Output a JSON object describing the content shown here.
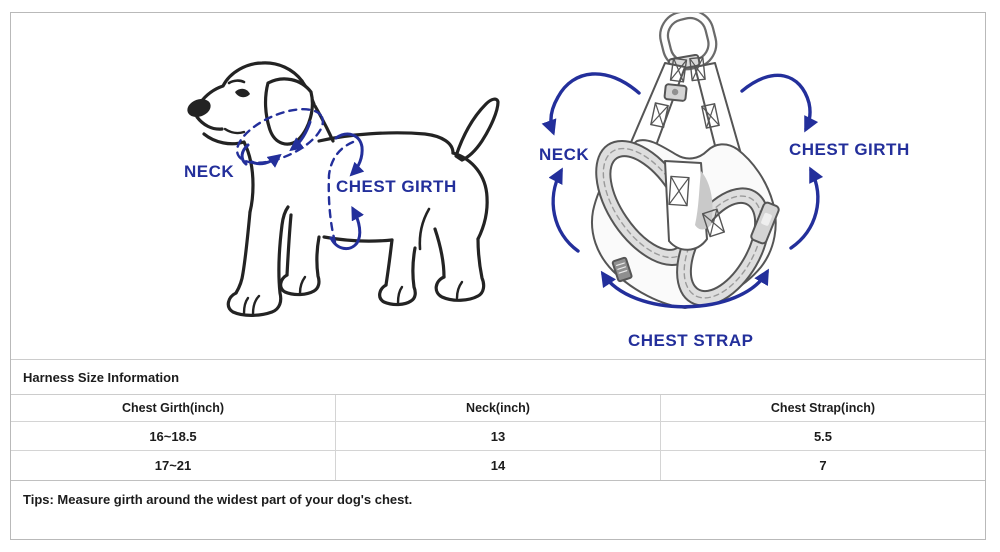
{
  "diagram": {
    "dog": {
      "neck_label": "NECK",
      "chest_girth_label": "CHEST GIRTH"
    },
    "harness": {
      "neck_label": "NECK",
      "chest_girth_label": "CHEST GIRTH",
      "chest_strap_label": "CHEST STRAP"
    }
  },
  "size_table": {
    "title": "Harness Size Information",
    "headers": [
      "Chest Girth(inch)",
      "Neck(inch)",
      "Chest Strap(inch)"
    ],
    "rows": [
      [
        "16~18.5",
        "13",
        "5.5"
      ],
      [
        "17~21",
        "14",
        "7"
      ]
    ],
    "tips": "Tips: Measure girth around the widest part of your dog's chest."
  },
  "colors": {
    "annotation_blue": "#232f9b",
    "drawing_black": "#232323",
    "harness_gray": "#555555",
    "table_line_gray": "#d4d4d4",
    "outer_border_gray": "#b9b9b9",
    "text_dark": "#1c1c1c"
  }
}
